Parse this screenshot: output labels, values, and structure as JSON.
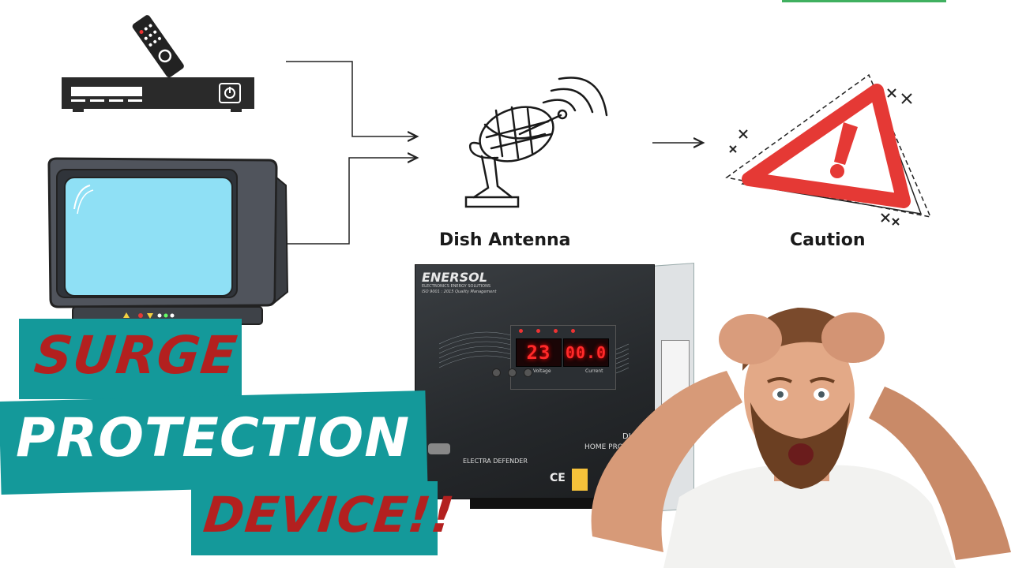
{
  "diagram": {
    "antenna_label": "Dish Antenna",
    "caution_label": "Caution"
  },
  "headline": {
    "line1": "SURGE",
    "line2": "PROTECTION",
    "line3": "DEVICE!!"
  },
  "device": {
    "brand": "ENERSOL",
    "brand_sub": "ELECTRONICS ENERGY SOLUTIONS",
    "iso_text": "ISO 9001 : 2015 Quality Management",
    "voltage_display": "23",
    "current_display": "00.0",
    "voltage_caption": "Voltage",
    "current_caption": "Current",
    "model_line1": "DIGIT",
    "model_line2": "HOME PROTE",
    "product_name": "ELECTRA DEFENDER",
    "ce_mark": "CE"
  },
  "colors": {
    "banner_teal": "#14999a",
    "headline_red": "#b3201f",
    "warning_red": "#e53935",
    "tv_screen": "#8fe0f5",
    "device_body": "#2a2d30"
  }
}
